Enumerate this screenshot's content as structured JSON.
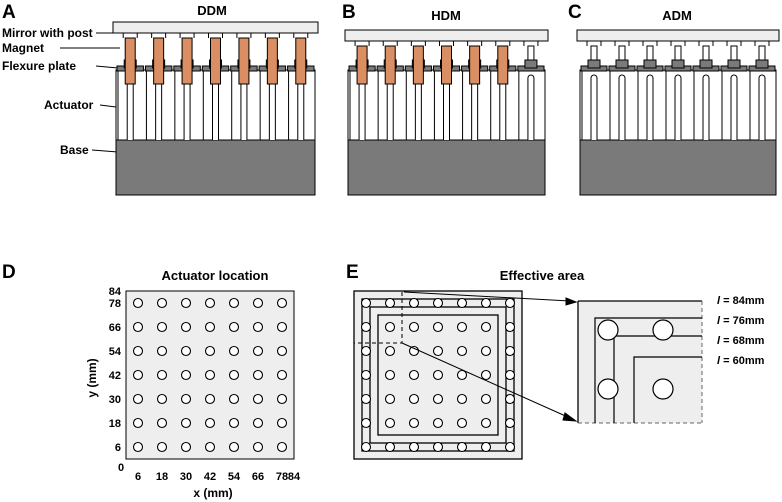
{
  "panels": {
    "A": {
      "letter": "A",
      "title": "DDM"
    },
    "B": {
      "letter": "B",
      "title": "HDM"
    },
    "C": {
      "letter": "C",
      "title": "ADM"
    },
    "D": {
      "letter": "D",
      "title": "Actuator location"
    },
    "E": {
      "letter": "E",
      "title": "Effective area"
    }
  },
  "labels": {
    "mirror": "Mirror with post",
    "magnet": "Magnet",
    "flexure": "Flexure plate",
    "actuator": "Actuator",
    "base": "Base"
  },
  "colors": {
    "mirror": "#eeeeee",
    "magnet": "#d98e63",
    "flexure": "#7a7a7a",
    "base": "#7a7a7a",
    "actuator": "#ffffff",
    "area_fill": "#eeeeee"
  },
  "plot": {
    "xlabel": "x (mm)",
    "ylabel": "y (mm)",
    "xticks": [
      "0",
      "6",
      "18",
      "30",
      "42",
      "54",
      "66",
      "78",
      "84"
    ],
    "yticks": [
      "84",
      "78",
      "66",
      "54",
      "42",
      "30",
      "18",
      "6",
      "0"
    ]
  },
  "legend": {
    "items": [
      {
        "sym": "l",
        "text": " = 84mm"
      },
      {
        "sym": "l",
        "text": " = 76mm"
      },
      {
        "sym": "l",
        "text": " = 68mm"
      },
      {
        "sym": "l",
        "text": " = 60mm"
      }
    ]
  }
}
